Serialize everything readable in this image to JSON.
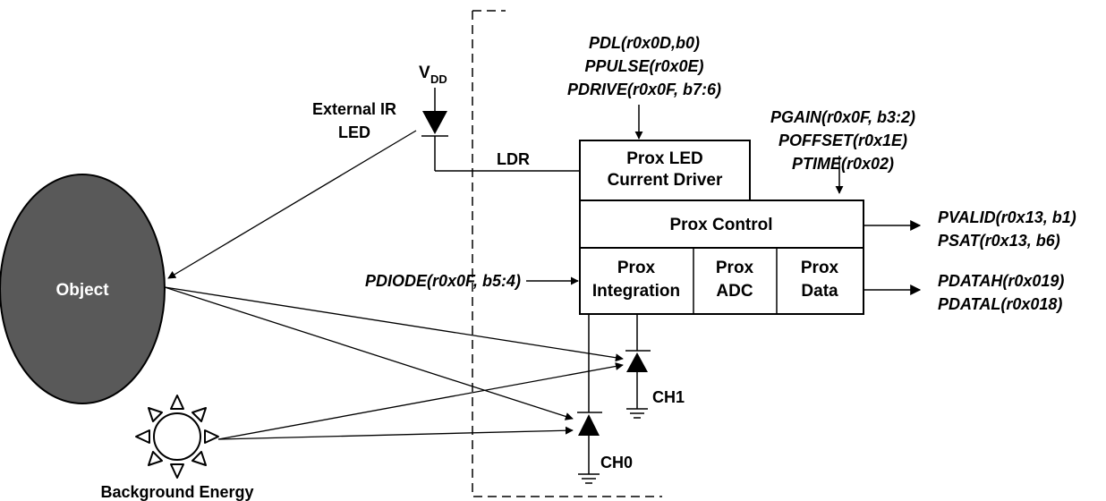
{
  "labels": {
    "vdd_main": "V",
    "vdd_sub": "DD",
    "external_ir_led_line1": "External IR",
    "external_ir_led_line2": "LED",
    "ldr": "LDR",
    "object": "Object",
    "background_energy": "Background Energy",
    "ch0": "CH0",
    "ch1": "CH1"
  },
  "blocks": {
    "led_driver_line1": "Prox LED",
    "led_driver_line2": "Current Driver",
    "prox_control": "Prox Control",
    "integration_line1": "Prox",
    "integration_line2": "Integration",
    "adc_line1": "Prox",
    "adc_line2": "ADC",
    "data_line1": "Prox",
    "data_line2": "Data"
  },
  "registers": {
    "driver_inputs": [
      "PDL(r0x0D,b0)",
      "PPULSE(r0x0E)",
      "PDRIVE(r0x0F, b7:6)"
    ],
    "control_inputs": [
      "PGAIN(r0x0F, b3:2)",
      "POFFSET(r0x1E)",
      "PTIME(r0x02)"
    ],
    "diode_input": "PDIODE(r0x0F, b5:4)",
    "status_outputs": [
      "PVALID(r0x13, b1)",
      "PSAT(r0x13, b6)"
    ],
    "data_outputs": [
      "PDATAH(r0x019)",
      "PDATAL(r0x018)"
    ]
  },
  "colors": {
    "object_fill": "#595959",
    "object_text": "#ffffff",
    "line": "#000000"
  }
}
